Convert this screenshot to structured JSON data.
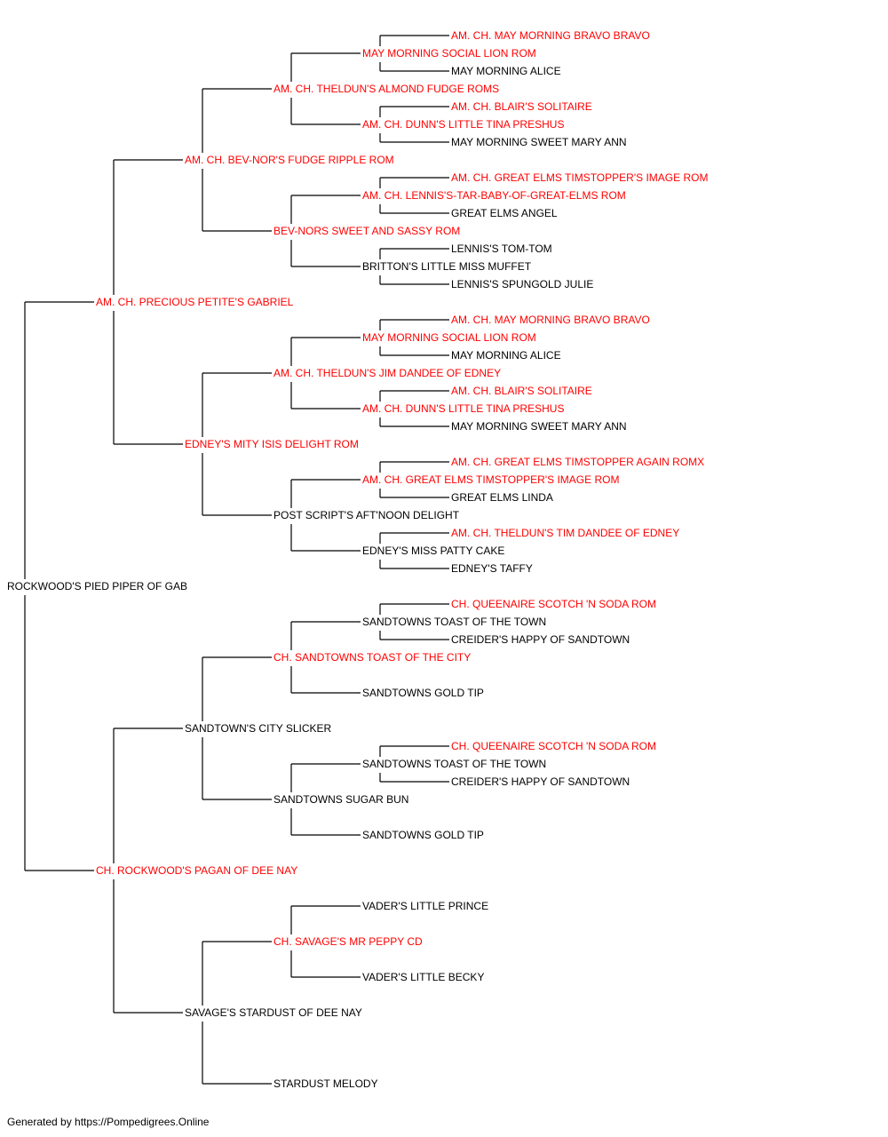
{
  "colors": {
    "champion": "#ff0000",
    "normal": "#000000",
    "line": "#000000"
  },
  "tree": {
    "name": "ROCKWOOD'S PIED PIPER OF GAB",
    "champion": false,
    "sire": {
      "name": "AM. CH. PRECIOUS PETITE'S GABRIEL",
      "champion": true,
      "sire": {
        "name": "AM. CH. BEV-NOR'S FUDGE RIPPLE ROM",
        "champion": true,
        "sire": {
          "name": "AM. CH. THELDUN'S ALMOND FUDGE ROMS",
          "champion": true,
          "sire": {
            "name": "MAY MORNING SOCIAL LION ROM",
            "champion": true,
            "sire": {
              "name": "AM. CH. MAY MORNING BRAVO BRAVO",
              "champion": true
            },
            "dam": {
              "name": "MAY MORNING ALICE",
              "champion": false
            }
          },
          "dam": {
            "name": "AM. CH. DUNN'S LITTLE TINA PRESHUS",
            "champion": true,
            "sire": {
              "name": "AM. CH. BLAIR'S SOLITAIRE",
              "champion": true
            },
            "dam": {
              "name": "MAY MORNING SWEET MARY ANN",
              "champion": false
            }
          }
        },
        "dam": {
          "name": "BEV-NORS SWEET AND SASSY ROM",
          "champion": true,
          "sire": {
            "name": "AM. CH. LENNIS'S-TAR-BABY-OF-GREAT-ELMS ROM",
            "champion": true,
            "sire": {
              "name": "AM. CH. GREAT ELMS TIMSTOPPER'S IMAGE ROM",
              "champion": true
            },
            "dam": {
              "name": "GREAT ELMS ANGEL",
              "champion": false
            }
          },
          "dam": {
            "name": "BRITTON'S LITTLE MISS MUFFET",
            "champion": false,
            "sire": {
              "name": "LENNIS'S TOM-TOM",
              "champion": false
            },
            "dam": {
              "name": "LENNIS'S SPUNGOLD JULIE",
              "champion": false
            }
          }
        }
      },
      "dam": {
        "name": "EDNEY'S MITY ISIS DELIGHT ROM",
        "champion": true,
        "sire": {
          "name": "AM. CH. THELDUN'S JIM DANDEE OF EDNEY",
          "champion": true,
          "sire": {
            "name": "MAY MORNING SOCIAL LION ROM",
            "champion": true,
            "sire": {
              "name": "AM. CH. MAY MORNING BRAVO BRAVO",
              "champion": true
            },
            "dam": {
              "name": "MAY MORNING ALICE",
              "champion": false
            }
          },
          "dam": {
            "name": "AM. CH. DUNN'S LITTLE TINA PRESHUS",
            "champion": true,
            "sire": {
              "name": "AM. CH. BLAIR'S SOLITAIRE",
              "champion": true
            },
            "dam": {
              "name": "MAY MORNING SWEET MARY ANN",
              "champion": false
            }
          }
        },
        "dam": {
          "name": "POST SCRIPT'S AFT'NOON DELIGHT",
          "champion": false,
          "sire": {
            "name": "AM. CH. GREAT ELMS TIMSTOPPER'S IMAGE ROM",
            "champion": true,
            "sire": {
              "name": "AM. CH. GREAT ELMS TIMSTOPPER AGAIN ROMX",
              "champion": true
            },
            "dam": {
              "name": "GREAT ELMS LINDA",
              "champion": false
            }
          },
          "dam": {
            "name": "EDNEY'S MISS PATTY CAKE",
            "champion": false,
            "sire": {
              "name": "AM. CH. THELDUN'S TIM DANDEE OF EDNEY",
              "champion": true
            },
            "dam": {
              "name": "EDNEY'S TAFFY",
              "champion": false
            }
          }
        }
      }
    },
    "dam": {
      "name": "CH. ROCKWOOD'S PAGAN OF DEE NAY",
      "champion": true,
      "sire": {
        "name": "SANDTOWN'S CITY SLICKER",
        "champion": false,
        "sire": {
          "name": "CH. SANDTOWNS TOAST OF THE CITY",
          "champion": true,
          "sire": {
            "name": "SANDTOWNS TOAST OF THE TOWN",
            "champion": false,
            "sire": {
              "name": "CH. QUEENAIRE SCOTCH 'N SODA ROM",
              "champion": true
            },
            "dam": {
              "name": "CREIDER'S HAPPY OF SANDTOWN",
              "champion": false
            }
          },
          "dam": {
            "name": "SANDTOWNS GOLD TIP",
            "champion": false
          }
        },
        "dam": {
          "name": "SANDTOWNS SUGAR BUN",
          "champion": false,
          "sire": {
            "name": "SANDTOWNS TOAST OF THE TOWN",
            "champion": false,
            "sire": {
              "name": "CH. QUEENAIRE SCOTCH 'N SODA ROM",
              "champion": true
            },
            "dam": {
              "name": "CREIDER'S HAPPY OF SANDTOWN",
              "champion": false
            }
          },
          "dam": {
            "name": "SANDTOWNS GOLD TIP",
            "champion": false
          }
        }
      },
      "dam": {
        "name": "SAVAGE'S STARDUST OF DEE NAY",
        "champion": false,
        "sire": {
          "name": "CH. SAVAGE'S MR PEPPY CD",
          "champion": true,
          "sire": {
            "name": "VADER'S LITTLE PRINCE",
            "champion": false
          },
          "dam": {
            "name": "VADER'S LITTLE BECKY",
            "champion": false
          }
        },
        "dam": {
          "name": "STARDUST MELODY",
          "champion": false
        }
      }
    }
  },
  "footer": {
    "text": "Generated by https://Pompedigrees.Online"
  }
}
